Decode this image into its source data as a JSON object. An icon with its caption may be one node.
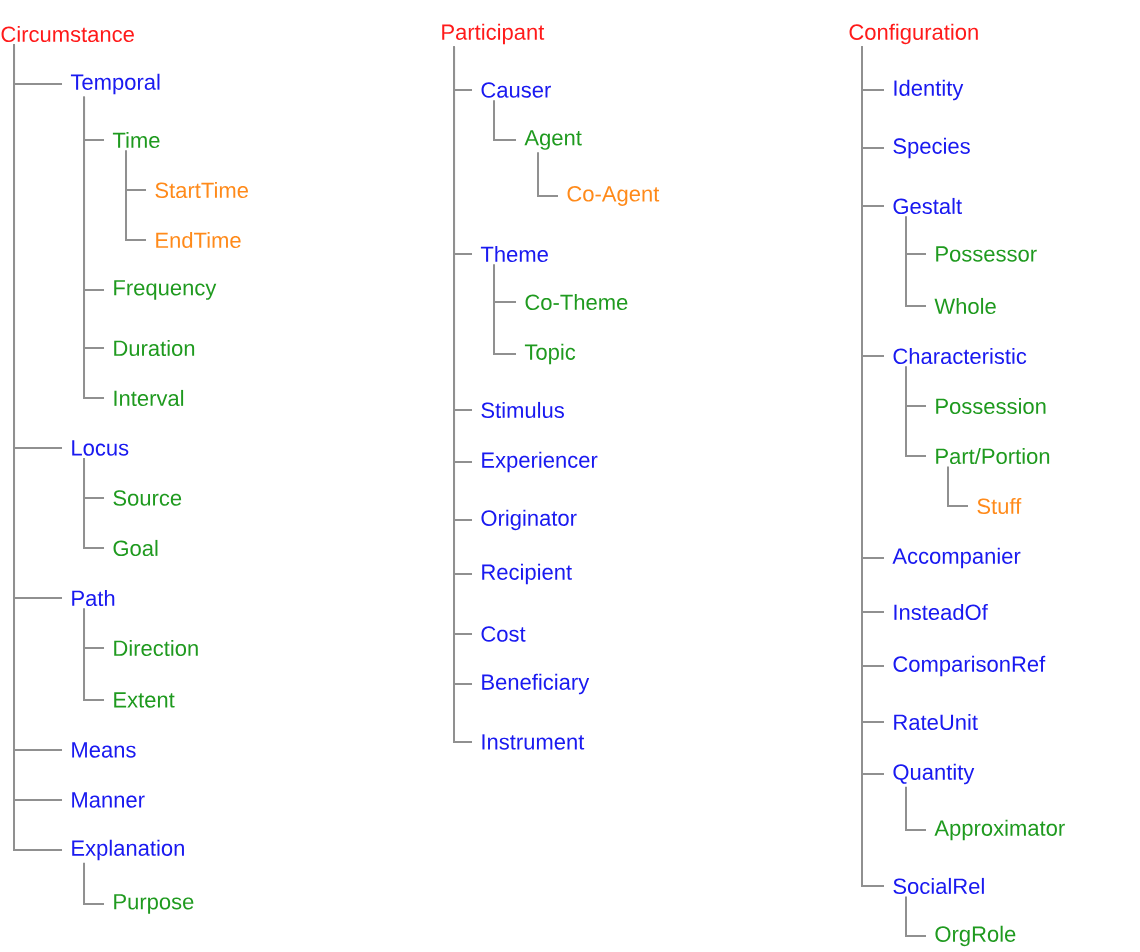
{
  "diagram": {
    "nodes": [
      {
        "text": [
          "Circumstance"
        ]
      },
      {
        "text": [
          "Temporal"
        ]
      },
      {
        "text": [
          "Time"
        ]
      },
      {
        "text": [
          "StartTime"
        ]
      },
      {
        "text": [
          "EndTime"
        ]
      },
      {
        "text": [
          "Frequency"
        ]
      },
      {
        "text": [
          "Duration"
        ]
      },
      {
        "text": [
          "Interval"
        ]
      },
      {
        "text": [
          "Locus"
        ]
      },
      {
        "text": [
          "Source"
        ]
      },
      {
        "text": [
          "Goal"
        ]
      },
      {
        "text": [
          "Path"
        ]
      },
      {
        "text": [
          "Direction"
        ]
      },
      {
        "text": [
          "Extent"
        ]
      },
      {
        "text": [
          "Means"
        ]
      },
      {
        "text": [
          "Manner"
        ]
      },
      {
        "text": [
          "Explanation"
        ]
      },
      {
        "text": [
          "Purpose"
        ]
      },
      {
        "text": [
          "Participant"
        ]
      },
      {
        "text": [
          "Causer"
        ]
      },
      {
        "text": [
          "Agent"
        ]
      },
      {
        "text": [
          "Co-Agent"
        ]
      },
      {
        "text": [
          "Theme"
        ]
      },
      {
        "text": [
          "Co-Theme"
        ]
      },
      {
        "text": [
          "Topic"
        ]
      },
      {
        "text": [
          "Stimulus"
        ]
      },
      {
        "text": [
          "Experiencer"
        ]
      },
      {
        "text": [
          "Originator"
        ]
      },
      {
        "text": [
          "Recipient"
        ]
      },
      {
        "text": [
          "Cost"
        ]
      },
      {
        "text": [
          "Beneficiary"
        ]
      },
      {
        "text": [
          "Instrument"
        ]
      },
      {
        "text": [
          "Configuration"
        ]
      },
      {
        "text": [
          "Identity"
        ]
      },
      {
        "text": [
          "Species"
        ]
      },
      {
        "text": [
          "Gestalt"
        ]
      },
      {
        "text": [
          "Possessor"
        ]
      },
      {
        "text": [
          "Whole"
        ]
      },
      {
        "text": [
          "Characteristic"
        ]
      },
      {
        "text": [
          "Possession"
        ]
      },
      {
        "text": [
          "Part/Portion"
        ]
      },
      {
        "text": [
          "Stuff"
        ]
      },
      {
        "text": [
          "Accompanier"
        ]
      },
      {
        "text": [
          "InsteadOf"
        ]
      },
      {
        "text": [
          "ComparisonRef"
        ]
      },
      {
        "text": [
          "RateUnit"
        ]
      },
      {
        "text": [
          "Quantity"
        ]
      },
      {
        "text": [
          "Approximator"
        ]
      },
      {
        "text": [
          "SocialRel"
        ]
      },
      {
        "text": [
          "OrgRole"
        ]
      }
    ],
    "edges": [
      {
        "from": 0,
        "to": 1,
        "arrow": "none"
      },
      {
        "from": 1,
        "to": 2,
        "arrow": "none"
      },
      {
        "from": 2,
        "to": 3,
        "arrow": "none"
      },
      {
        "from": 2,
        "to": 4,
        "arrow": "none"
      },
      {
        "from": 1,
        "to": 5,
        "arrow": "none"
      },
      {
        "from": 1,
        "to": 6,
        "arrow": "none"
      },
      {
        "from": 1,
        "to": 7,
        "arrow": "none"
      },
      {
        "from": 0,
        "to": 8,
        "arrow": "none"
      },
      {
        "from": 8,
        "to": 9,
        "arrow": "none"
      },
      {
        "from": 8,
        "to": 10,
        "arrow": "none"
      },
      {
        "from": 0,
        "to": 11,
        "arrow": "none"
      },
      {
        "from": 11,
        "to": 12,
        "arrow": "none"
      },
      {
        "from": 11,
        "to": 13,
        "arrow": "none"
      },
      {
        "from": 0,
        "to": 14,
        "arrow": "none"
      },
      {
        "from": 0,
        "to": 15,
        "arrow": "none"
      },
      {
        "from": 0,
        "to": 16,
        "arrow": "none"
      },
      {
        "from": 16,
        "to": 17,
        "arrow": "none"
      },
      {
        "from": 18,
        "to": 19,
        "arrow": "none"
      },
      {
        "from": 19,
        "to": 20,
        "arrow": "none"
      },
      {
        "from": 20,
        "to": 21,
        "arrow": "none"
      },
      {
        "from": 18,
        "to": 22,
        "arrow": "none"
      },
      {
        "from": 22,
        "to": 23,
        "arrow": "none"
      },
      {
        "from": 22,
        "to": 24,
        "arrow": "none"
      },
      {
        "from": 18,
        "to": 25,
        "arrow": "none"
      },
      {
        "from": 18,
        "to": 26,
        "arrow": "none"
      },
      {
        "from": 18,
        "to": 27,
        "arrow": "none"
      },
      {
        "from": 18,
        "to": 28,
        "arrow": "none"
      },
      {
        "from": 18,
        "to": 29,
        "arrow": "none"
      },
      {
        "from": 18,
        "to": 30,
        "arrow": "none"
      },
      {
        "from": 18,
        "to": 31,
        "arrow": "none"
      },
      {
        "from": 32,
        "to": 33,
        "arrow": "none"
      },
      {
        "from": 32,
        "to": 34,
        "arrow": "none"
      },
      {
        "from": 32,
        "to": 35,
        "arrow": "none"
      },
      {
        "from": 35,
        "to": 36,
        "arrow": "none"
      },
      {
        "from": 35,
        "to": 37,
        "arrow": "none"
      },
      {
        "from": 32,
        "to": 38,
        "arrow": "none"
      },
      {
        "from": 38,
        "to": 39,
        "arrow": "none"
      },
      {
        "from": 38,
        "to": 40,
        "arrow": "none"
      },
      {
        "from": 40,
        "to": 41,
        "arrow": "none"
      },
      {
        "from": 32,
        "to": 42,
        "arrow": "none"
      },
      {
        "from": 32,
        "to": 43,
        "arrow": "none"
      },
      {
        "from": 32,
        "to": 44,
        "arrow": "none"
      },
      {
        "from": 32,
        "to": 45,
        "arrow": "none"
      },
      {
        "from": 32,
        "to": 46,
        "arrow": "none"
      },
      {
        "from": 46,
        "to": 47,
        "arrow": "none"
      },
      {
        "from": 32,
        "to": 48,
        "arrow": "none"
      },
      {
        "from": 48,
        "to": 49,
        "arrow": "none"
      }
    ]
  }
}
